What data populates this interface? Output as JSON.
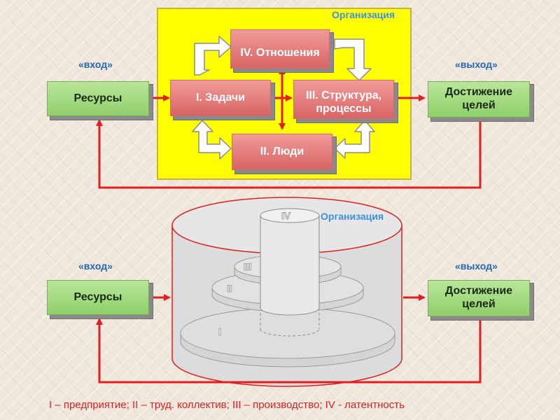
{
  "top": {
    "input_label": "«вход»",
    "output_label": "«выход»",
    "org_label": "Организация",
    "resources": "Ресурсы",
    "goal": "Достижение целей",
    "tasks": "I. Задачи",
    "people": "II. Люди",
    "structure": "III. Структура, процессы",
    "relations": "IV. Отношения"
  },
  "bottom": {
    "input_label": "«вход»",
    "output_label": "«выход»",
    "org_label": "Организация",
    "resources": "Ресурсы",
    "goal": "Достижение целей",
    "levels": [
      "I",
      "II",
      "III",
      "IV"
    ]
  },
  "legend": "I – предприятие; II – труд. коллектив; III – производство; IV - латентность",
  "colors": {
    "org_panel": "#ffff00",
    "red_box": "#e07070",
    "green_box": "#a6dc80",
    "arrow_red": "#e02020",
    "label_blue": "#2466b8"
  }
}
